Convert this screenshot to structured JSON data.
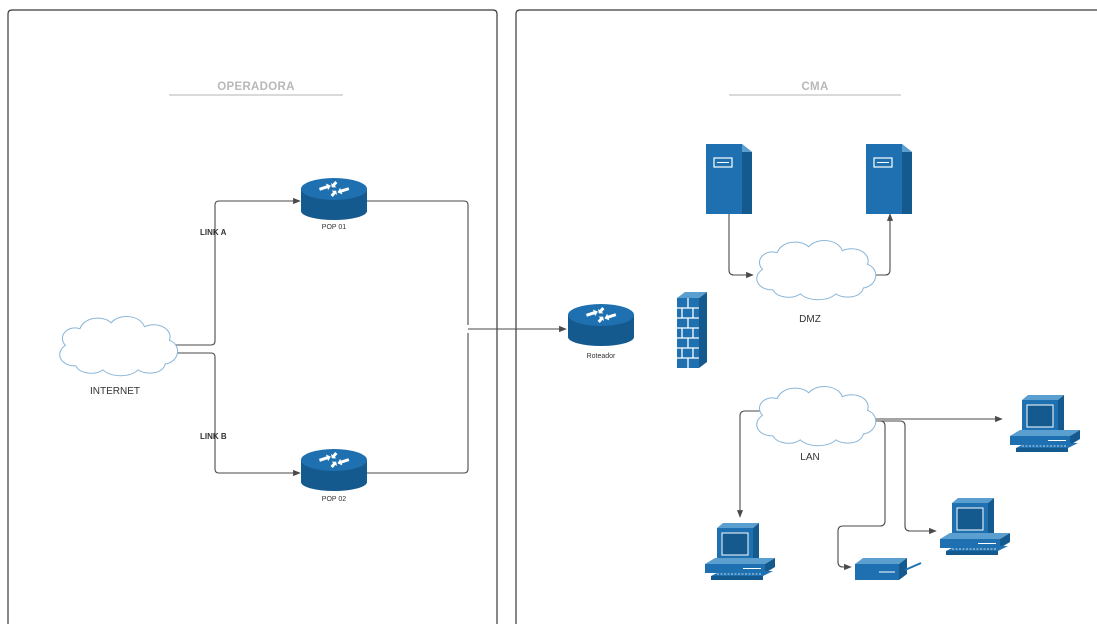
{
  "zones": {
    "left_title": "OPERADORA",
    "right_title": "CMA"
  },
  "links": {
    "a": "LINK A",
    "b": "LINK B"
  },
  "nodes": {
    "internet": "INTERNET",
    "pop01": "POP 01",
    "pop02": "POP 02",
    "roteador": "Roteador",
    "dmz": "DMZ",
    "lan": "LAN"
  },
  "colors": {
    "device_blue": "#1e70b0",
    "device_dark": "#155a8f",
    "device_light": "#5a9fd0",
    "cloud_stroke": "#8ab6d8"
  }
}
